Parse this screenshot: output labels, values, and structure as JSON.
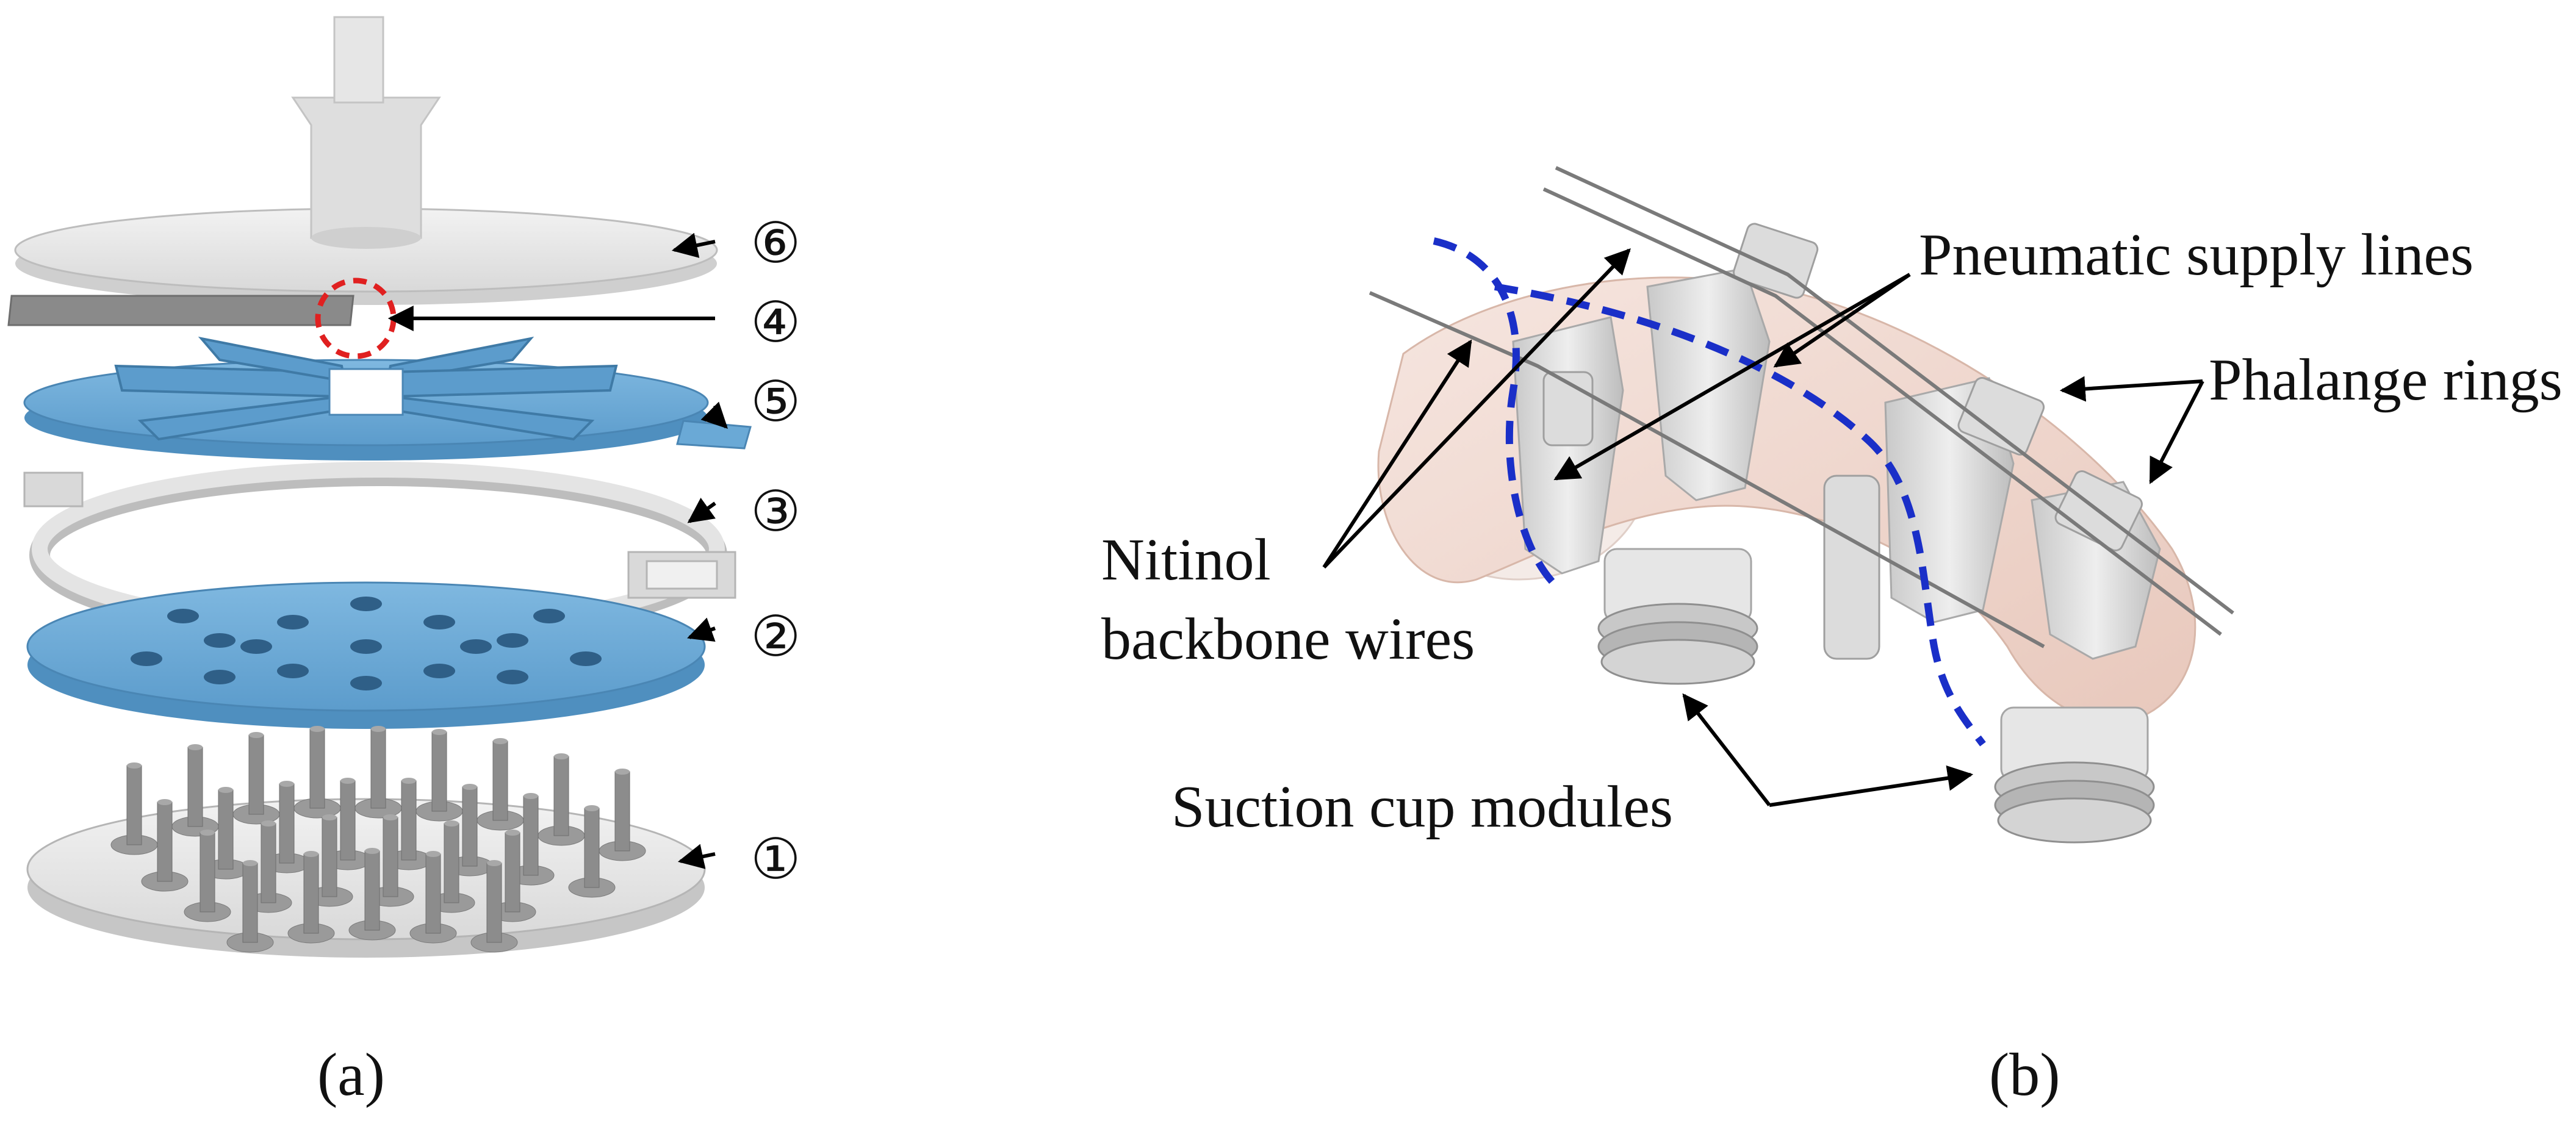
{
  "figure": {
    "panel_a": {
      "caption": "(a)",
      "callouts": [
        "⑥",
        "④",
        "⑤",
        "③",
        "②",
        "①"
      ],
      "colors": {
        "plate_gray": "#e4e4e4",
        "gripper_blue": "#6aa9d6",
        "highlight_circle": "#e02020"
      }
    },
    "panel_b": {
      "caption": "(b)",
      "labels": {
        "pneumatic": "Pneumatic supply lines",
        "phalange": "Phalange rings",
        "nitinol_line1": "Nitinol",
        "nitinol_line2": "backbone wires",
        "suction": "Suction cup modules"
      },
      "colors": {
        "finger_skin": "#f2dcd3",
        "ring_gray": "#d9d9d9",
        "dashed_line": "#1a2fc8"
      }
    }
  }
}
